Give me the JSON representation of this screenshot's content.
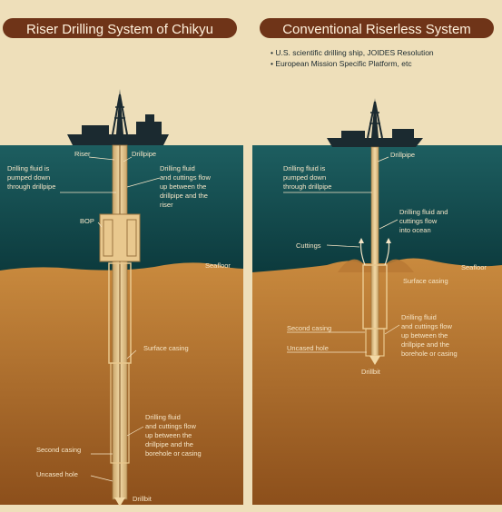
{
  "colors": {
    "background": "#f5ead2",
    "sky": "#eedfba",
    "title_pill": "#6f3418",
    "title_text": "#fff1dc",
    "ocean_top": "#1d5e60",
    "ocean_bottom": "#0c3a3d",
    "rock_top": "#c98a3e",
    "rock_bottom": "#8c4f1b",
    "pipe": "#e9c88e",
    "label": "#f6e6c7",
    "ship": "#1b2a30"
  },
  "left": {
    "title": "Riser Drilling System of Chikyu",
    "labels": {
      "riser": "Riser",
      "drillpipe": "Drillpipe",
      "fluid_down": [
        "Drilling fluid is",
        "pumped down",
        "through drillpipe"
      ],
      "fluid_up": [
        "Drilling fluid",
        "and cuttings flow",
        "up between the",
        "drillpipe and the",
        "riser"
      ],
      "bop": "BOP",
      "seafloor": "Seafloor",
      "surface_casing": "Surface casing",
      "fluid_up_casing": [
        "Drilling fluid",
        "and cuttings flow",
        "up between the",
        "drillpipe and the",
        "borehole or casing"
      ],
      "second_casing": "Second casing",
      "uncased_hole": "Uncased hole",
      "drillbit": "Drillbit"
    }
  },
  "right": {
    "title": "Conventional Riserless System",
    "bullets": [
      "• U.S. scientific drilling ship, JOIDES Resolution",
      "• European Mission Specific Platform, etc"
    ],
    "labels": {
      "drillpipe": "Drillpipe",
      "fluid_down": [
        "Drilling fluid is",
        "pumped down",
        "through drillpipe"
      ],
      "fluid_ocean": [
        "Drilling fluid and",
        "cuttings flow",
        "into ocean"
      ],
      "cuttings": "Cuttings",
      "seafloor": "Seafloor",
      "surface_casing": "Surface casing",
      "second_casing": "Second casing",
      "uncased_hole": "Uncased hole",
      "fluid_up_casing": [
        "Drilling fluid",
        "and cuttings flow",
        "up between the",
        "drillpipe and the",
        "borehole or casing"
      ],
      "drillbit": "Drillbit"
    }
  }
}
